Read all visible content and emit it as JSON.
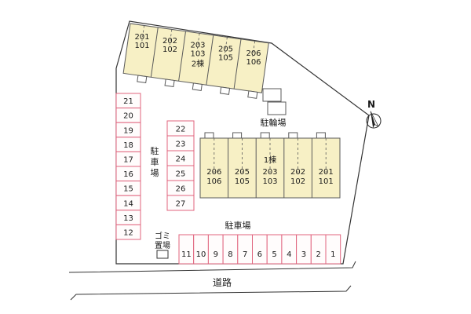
{
  "colors": {
    "parking_stroke": "#e0647e",
    "parking_fill": "#fffcfc",
    "building_fill": "#f7f0c5",
    "building_stroke": "#5a5a5a",
    "boundary_stroke": "#333333",
    "text": "#1a1a1a"
  },
  "labels": {
    "parking_left": "駐車場",
    "parking_bottom": "駐車場",
    "bicycle": "駐輪場",
    "garbage": "ゴミ置場",
    "road": "道路",
    "north": "N"
  },
  "buildings": [
    {
      "name": "1棟",
      "tag_unit_index": 2,
      "units": [
        [
          "206",
          "106"
        ],
        [
          "205",
          "105"
        ],
        [
          "203",
          "103"
        ],
        [
          "202",
          "102"
        ],
        [
          "201",
          "101"
        ]
      ]
    },
    {
      "name": "2棟",
      "tag_unit_index": 2,
      "units": [
        [
          "201",
          "101"
        ],
        [
          "202",
          "102"
        ],
        [
          "203",
          "103"
        ],
        [
          "205",
          "105"
        ],
        [
          "206",
          "106"
        ]
      ]
    }
  ],
  "parking": {
    "left_column": [
      "21",
      "20",
      "19",
      "18",
      "17",
      "16",
      "15",
      "14",
      "13",
      "12"
    ],
    "middle_column": [
      "22",
      "23",
      "24",
      "25",
      "26",
      "27"
    ],
    "bottom_row": [
      "11",
      "10",
      "9",
      "8",
      "7",
      "6",
      "5",
      "4",
      "3",
      "2",
      "1"
    ]
  }
}
